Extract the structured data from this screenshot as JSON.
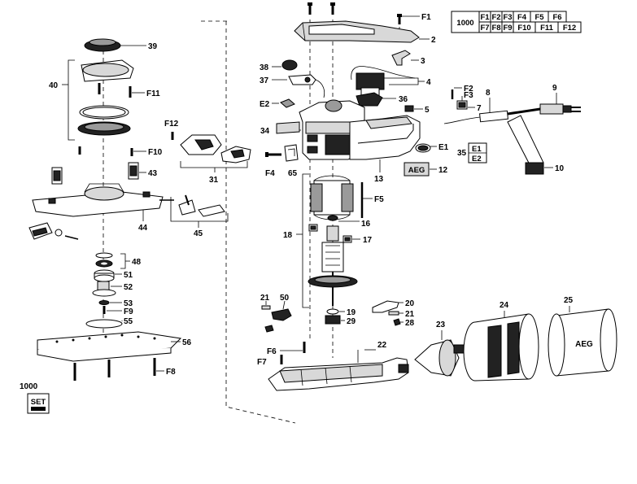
{
  "code_table": {
    "header": "1000",
    "row1": [
      "F1",
      "F2",
      "F3",
      "F4",
      "F5",
      "F6"
    ],
    "row2": [
      "F7",
      "F8",
      "F9",
      "F10",
      "F11",
      "F12"
    ]
  },
  "bracket_e": {
    "num": "35",
    "items": [
      "E1",
      "E2"
    ]
  },
  "set_badge": {
    "qty": "1000",
    "label": "SET"
  },
  "brand_text": "AEG",
  "labels": {
    "l2": "2",
    "l3": "3",
    "l4": "4",
    "l5": "5",
    "l7": "7",
    "l8": "8",
    "l9": "9",
    "l10": "10",
    "l12": "12",
    "l13": "13",
    "l16": "16",
    "l17": "17",
    "l18": "18",
    "l19": "19",
    "l20": "20",
    "l21a": "21",
    "l21b": "21",
    "l22": "22",
    "l23": "23",
    "l24": "24",
    "l25": "25",
    "l28": "28",
    "l29": "29",
    "l31": "31",
    "l34": "34",
    "l36": "36",
    "l37": "37",
    "l38": "38",
    "l39": "39",
    "l40": "40",
    "l43": "43",
    "l44": "44",
    "l45": "45",
    "l48": "48",
    "l50": "50",
    "l51": "51",
    "l52": "52",
    "l53": "53",
    "l55": "55",
    "l56": "56",
    "l65": "65",
    "lE1": "E1",
    "lE2": "E2",
    "lF1": "F1",
    "lF2": "F2",
    "lF3": "F3",
    "lF4": "F4",
    "lF5": "F5",
    "lF6": "F6",
    "lF7": "F7",
    "lF8": "F8",
    "lF9": "F9",
    "lF10": "F10",
    "lF11": "F11",
    "lF12": "F12"
  }
}
